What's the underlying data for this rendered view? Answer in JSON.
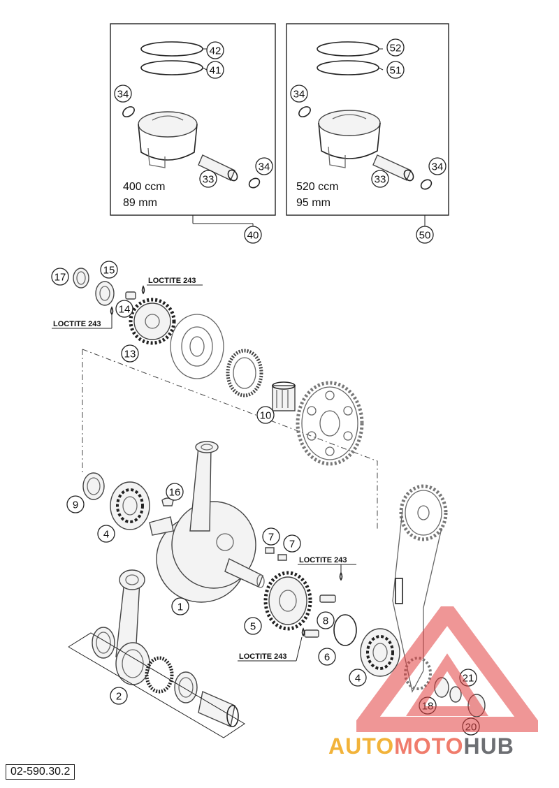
{
  "diagram": {
    "kit_left": {
      "displacement": "400 ccm",
      "bore": "89 mm",
      "number": "40"
    },
    "kit_right": {
      "displacement": "520 ccm",
      "bore": "95 mm",
      "number": "50"
    },
    "callouts": {
      "c42": "42",
      "c41": "41",
      "c52": "52",
      "c51": "51",
      "c34a": "34",
      "c34b": "34",
      "c34c": "34",
      "c34d": "34",
      "c33a": "33",
      "c33b": "33",
      "c17": "17",
      "c15": "15",
      "c14": "14",
      "c13": "13",
      "c10": "10",
      "c9": "9",
      "c4a": "4",
      "c16": "16",
      "c7a": "7",
      "c7b": "7",
      "c1": "1",
      "c2": "2",
      "c5": "5",
      "c8": "8",
      "c6": "6",
      "c4b": "4",
      "c18": "18",
      "c21": "21",
      "c20": "20"
    },
    "loctite_1": "LOCTITE 243",
    "loctite_2": "LOCTITE 243",
    "loctite_3": "LOCTITE 243",
    "loctite_4": "LOCTITE 243"
  },
  "document_number": "02-590.30.2",
  "watermark": {
    "part1": "AUTO",
    "part2": "MOTO",
    "part3": "HUB"
  },
  "colors": {
    "watermark_red": "#e24040",
    "watermark_orange": "#f2b33a",
    "watermark_gray": "#6d6f73"
  }
}
